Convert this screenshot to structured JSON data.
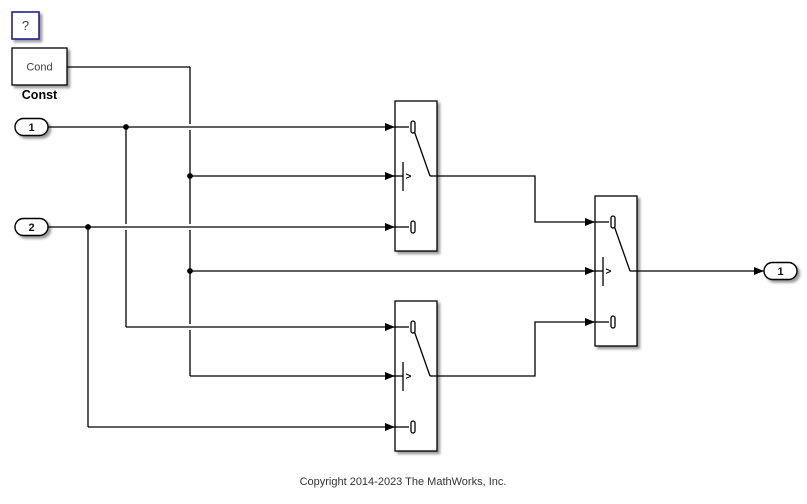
{
  "diagram": {
    "help_block": {
      "label": "?"
    },
    "constant_block": {
      "value": "Cond",
      "name": "Const"
    },
    "inport1": {
      "label": "1"
    },
    "inport2": {
      "label": "2"
    },
    "outport1": {
      "label": "1"
    },
    "switch_upper": {
      "criteria": ">"
    },
    "switch_lower": {
      "criteria": ">"
    },
    "switch_right": {
      "criteria": ">"
    },
    "footer": {
      "copyright": "Copyright 2014-2023 The MathWorks, Inc."
    }
  },
  "colors": {
    "background": "#ffffff",
    "wire": "#000000",
    "block_border": "#000000",
    "help_block_border": "#20208a",
    "block_value_text": "#3d3d3d",
    "copyright_text": "#333333"
  }
}
